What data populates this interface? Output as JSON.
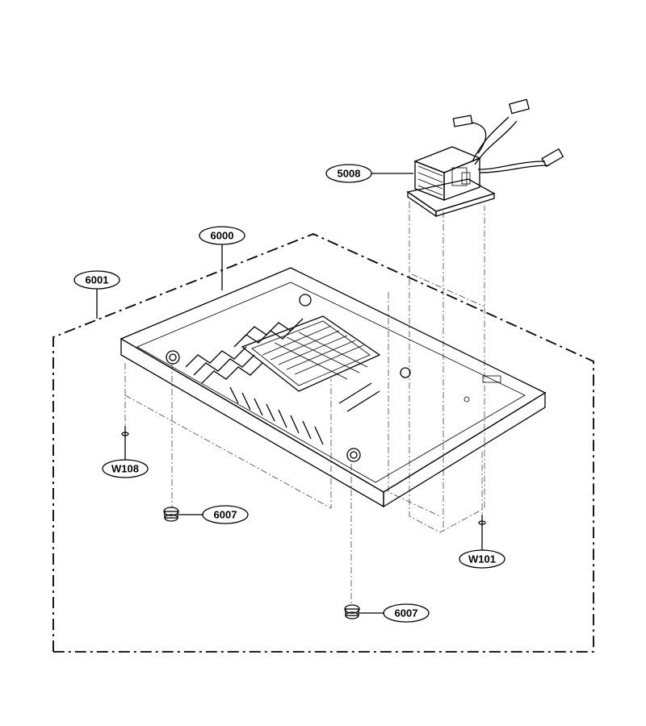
{
  "callouts": {
    "transformer": "5008",
    "base_plate": "6000",
    "base_assembly": "6001",
    "screw_left": "W108",
    "screw_right": "W101",
    "foot_upper": "6007",
    "foot_lower": "6007"
  },
  "colors": {
    "line": "#000000",
    "background": "#ffffff"
  }
}
